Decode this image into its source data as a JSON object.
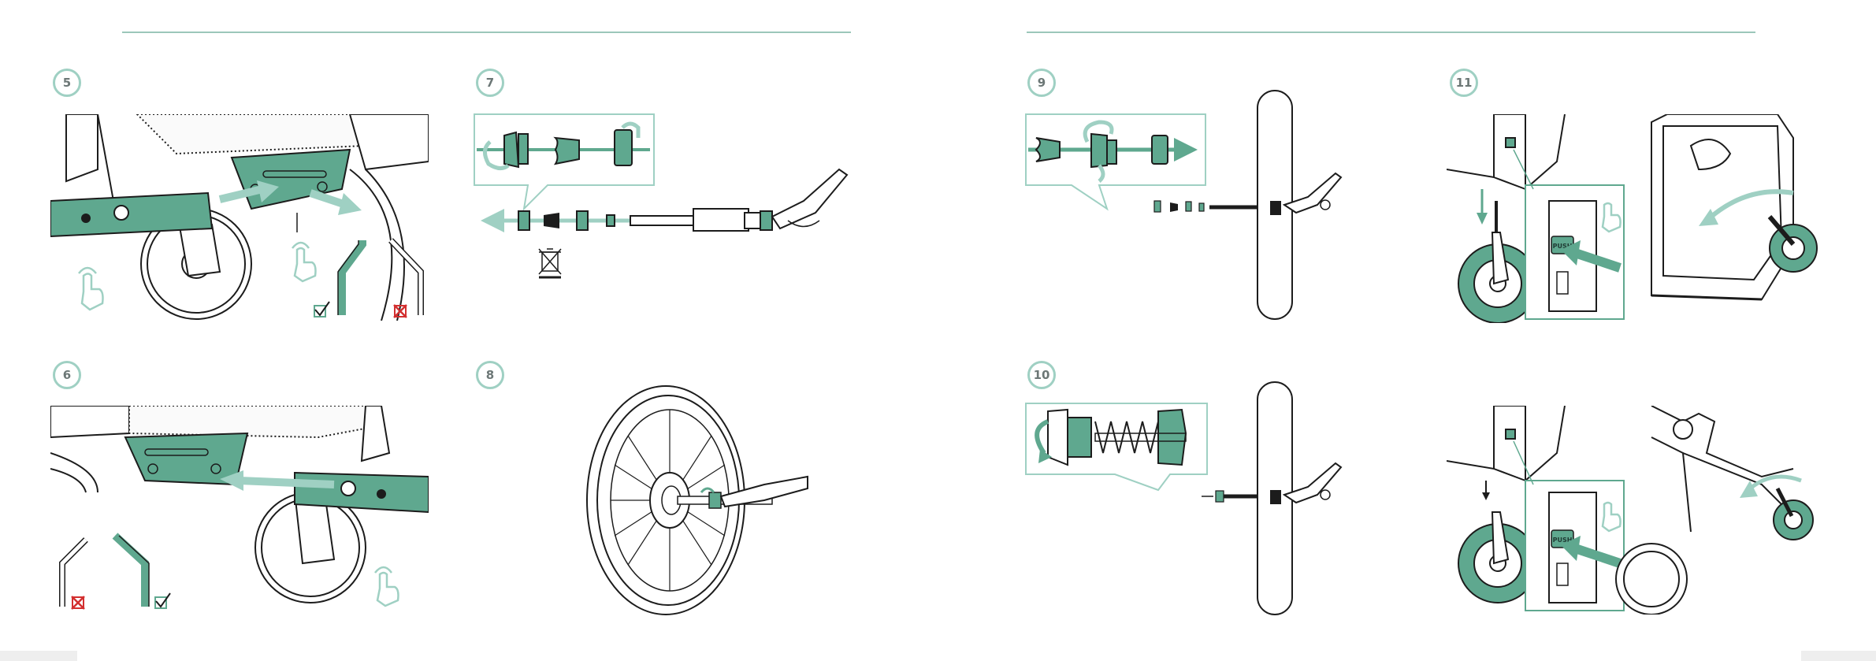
{
  "steps": [
    {
      "number": "5"
    },
    {
      "number": "6"
    },
    {
      "number": "7"
    },
    {
      "number": "8"
    },
    {
      "number": "9"
    },
    {
      "number": "10"
    },
    {
      "number": "11"
    }
  ],
  "labels": {
    "push_button_11a": "PUSH",
    "push_button_11b": "PUSH"
  },
  "colors": {
    "accent": "#5fa88f",
    "accent_light": "#9fd0c3",
    "line": "#1c1c1c",
    "badge_text": "#6c7776",
    "reject": "#d32f2f"
  },
  "icons": [
    "hand-tap-icon",
    "checkbox-ok-icon",
    "checkbox-reject-icon",
    "no-trash-icon",
    "arrow-icon"
  ]
}
